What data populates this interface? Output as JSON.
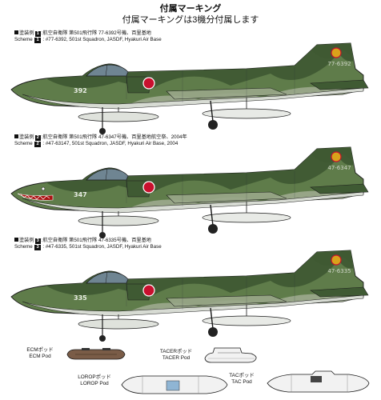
{
  "header": {
    "title": "付属マーキング",
    "subtitle": "付属マーキングは3機分付属します"
  },
  "schemes": [
    {
      "badge": "1",
      "jp_prefix": "塗装例",
      "jp_text": ":航空自衛隊 第501飛行隊 77-6392号機、百里基地",
      "en_prefix": "Scheme",
      "en_text": "#77-6392, 501st Squadron, JASDF, Hyakuri Air Base",
      "tail_code": "77-6392",
      "nose_number": "392",
      "shark_mouth": false
    },
    {
      "badge": "2",
      "jp_prefix": "塗装例",
      "jp_text": ":航空自衛隊 第501飛行隊 47-6347号機、百里基地航空祭、2004年",
      "en_prefix": "Scheme",
      "en_text": "#47-63147, 501st Squadron, JASDF, Hyakuri Air Base, 2004",
      "tail_code": "47-6347",
      "nose_number": "347",
      "shark_mouth": true
    },
    {
      "badge": "3",
      "jp_prefix": "塗装例",
      "jp_text": ":航空自衛隊 第501飛行隊 47-6335号機、百里基地",
      "en_prefix": "Scheme",
      "en_text": "#47-6335, 501st Squadron, JASDF, Hyakuri Air Base",
      "tail_code": "47-6335",
      "nose_number": "335",
      "shark_mouth": false
    }
  ],
  "pods": {
    "ecm": {
      "jp": "ECMポッド",
      "en": "ECM Pod"
    },
    "tacer": {
      "jp": "TACERポッド",
      "en": "TACER Pod"
    },
    "lorop": {
      "jp": "LOROPポッド",
      "en": "LOROP Pod"
    },
    "tac": {
      "jp": "TACポッド",
      "en": "TAC Pod"
    }
  },
  "colors": {
    "camo_dark": "#3f5a33",
    "camo_mid": "#5f7c4a",
    "camo_light": "#9aa88a",
    "belly": "#d7dbd3",
    "hinomaru": "#c8102e",
    "outline": "#1a1a1a",
    "pod_fill": "#f2f2f2",
    "ecm_fill": "#7a5c47"
  }
}
